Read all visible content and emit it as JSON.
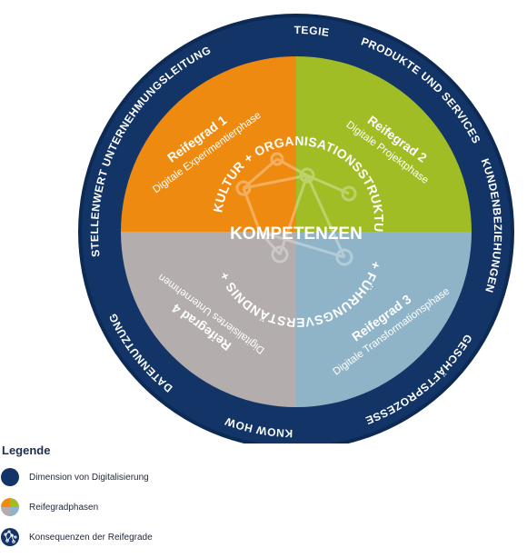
{
  "colors": {
    "ring": "#123466",
    "ring_edge": "#0d2a55",
    "q1": "#ef8a11",
    "q2": "#a0bd26",
    "q3": "#8fb4c7",
    "q4": "#b3adad",
    "text_light": "#ffffff",
    "legend_text": "#222a3a"
  },
  "ring_labels": [
    {
      "id": "strategie",
      "text": "STRATEGIE"
    },
    {
      "id": "produkte",
      "text": "PRODUKTE UND SERVICES"
    },
    {
      "id": "kunden",
      "text": "KUNDENBEZIEHUNGEN"
    },
    {
      "id": "geschaeft",
      "text": "GESCHÄFTSPROZESSE"
    },
    {
      "id": "knowhow",
      "text": "KNOW HOW"
    },
    {
      "id": "daten",
      "text": "DATENNUTZUNG"
    },
    {
      "id": "stellenwert",
      "text": "STELLENWERT UNTERNEHMUNGSLEITUNG"
    }
  ],
  "quadrants": [
    {
      "id": "q1",
      "title": "Reifegrad 1",
      "subtitle": "Digitale Experimentierphase"
    },
    {
      "id": "q2",
      "title": "Reifegrad 2",
      "subtitle": "Digitale Projektphase"
    },
    {
      "id": "q3",
      "title": "Reifegrad 3",
      "subtitle": "Digitale Transformationsphase"
    },
    {
      "id": "q4",
      "title": "Reifegrad 4",
      "subtitle": "Digitalisiertes Unternehmen"
    }
  ],
  "inner_text": "LERNKULTUR + ORGANISATIONSSTRUKTUREN + FÜHRUNGSVERSTÄNDNIS +",
  "center_label": "KOMPETENZEN",
  "legend": {
    "title": "Legende",
    "items": [
      {
        "icon": "dark-circle-icon",
        "label": "Dimension von Digitalisierung"
      },
      {
        "icon": "quadrant-circle-icon",
        "label": "Reifegradphasen"
      },
      {
        "icon": "network-circle-icon",
        "label": "Konsequenzen der Reifegrade"
      }
    ]
  }
}
